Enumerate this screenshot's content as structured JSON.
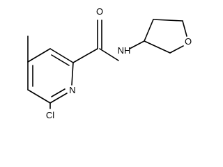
{
  "molecule": {
    "atoms": {
      "carbonyl_oxygen": "O",
      "amide_nitrogen": "NH",
      "ring_nitrogen": "N",
      "ring_oxygen": "O",
      "chlorine": "Cl"
    }
  }
}
